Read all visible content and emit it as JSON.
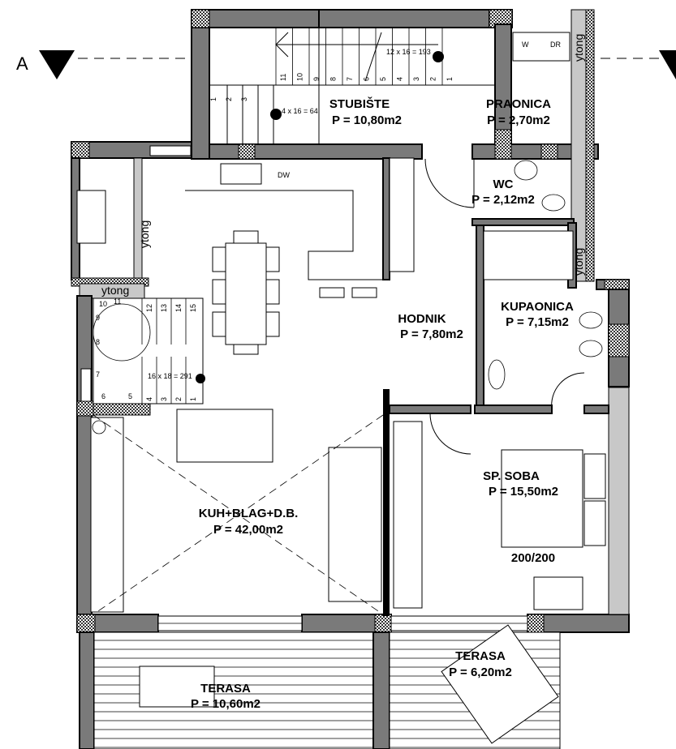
{
  "section_marker": {
    "left": "A"
  },
  "rooms": {
    "stubiste": {
      "name": "STUBIŠTE",
      "area": "P = 10,80m2"
    },
    "praonica": {
      "name": "PRAONICA",
      "area": "P = 2,70m2"
    },
    "wc": {
      "name": "WC",
      "area": "P = 2,12m2"
    },
    "hodnik": {
      "name": "HODNIK",
      "area": "P = 7,80m2"
    },
    "kupaonica": {
      "name": "KUPAONICA",
      "area": "P = 7,15m2"
    },
    "kuhinja": {
      "name": "KUH+BLAG+D.B.",
      "area": "P = 42,00m2"
    },
    "spavaca": {
      "name": "SP. SOBA",
      "area": "P = 15,50m2",
      "bed": "200/200"
    },
    "terasa_lijevo": {
      "name": "TERASA",
      "area": "P = 10,60m2"
    },
    "terasa_desno": {
      "name": "TERASA",
      "area": "P = 6,20m2"
    }
  },
  "annotations": {
    "ytong": "ytong",
    "washer": "W",
    "dryer": "DR",
    "dishwasher": "DW",
    "stair_top_main": "12 x 16 = 193",
    "stair_top_side": "4 x 16 = 64",
    "stair_inner": "16 x 18 = 291"
  },
  "stair_top_steps": [
    "11",
    "10",
    "9",
    "8",
    "7",
    "6",
    "5",
    "4",
    "3",
    "2",
    "1"
  ],
  "stair_top_side_steps": [
    "1",
    "2",
    "3"
  ],
  "stair_inner_steps_upper": [
    "12",
    "13",
    "14",
    "15"
  ],
  "stair_inner_steps_lower": [
    "4",
    "3",
    "2",
    "1"
  ],
  "stair_inner_winders": [
    "10",
    "11",
    "9",
    "8",
    "7",
    "6",
    "5"
  ]
}
